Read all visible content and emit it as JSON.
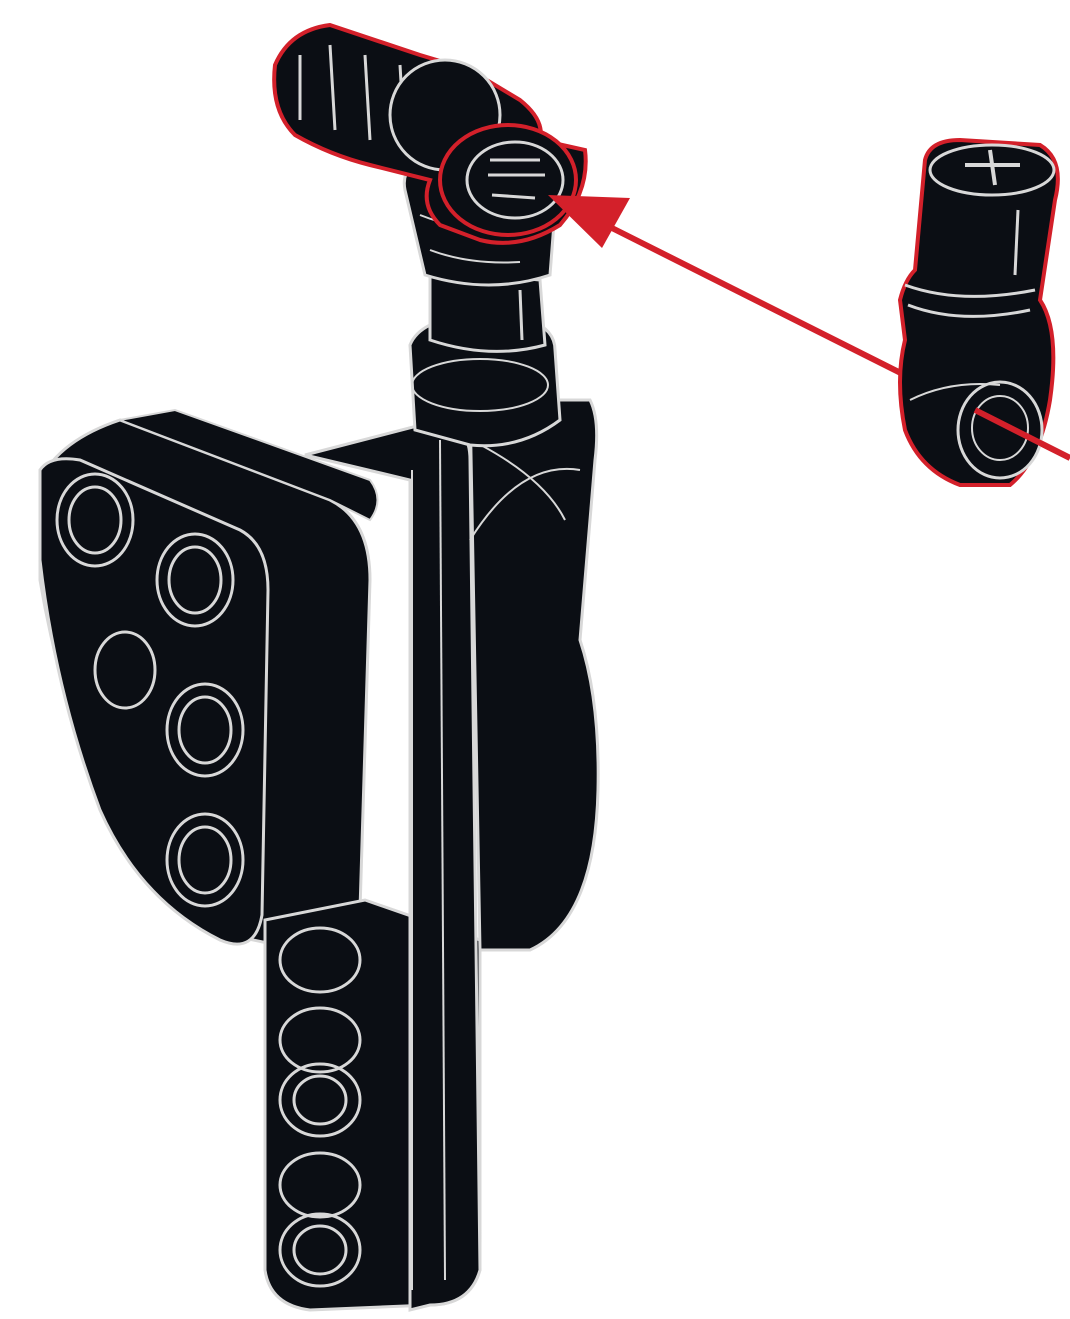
{
  "diagram": {
    "kind": "assembly-instruction",
    "colors": {
      "background": "#ffffff",
      "part_fill": "#0b0e14",
      "part_edge": "#d8d8d8",
      "highlight": "#d3202a",
      "arrow": "#d3202a"
    },
    "parts": [
      {
        "name": "liftarm-bent-triangle",
        "color": "black",
        "highlighted": false
      },
      {
        "name": "beam-straight",
        "color": "black",
        "highlighted": false
      },
      {
        "name": "axle-connector-angled",
        "color": "black",
        "highlighted": false
      },
      {
        "name": "pin-connector-existing",
        "color": "black",
        "highlighted": true
      },
      {
        "name": "axle-pin-connector-new",
        "color": "black",
        "highlighted": true
      }
    ],
    "arrow": {
      "from": "axle-pin-connector-new",
      "to": "pin-connector-existing",
      "direction": "right-to-left"
    }
  }
}
